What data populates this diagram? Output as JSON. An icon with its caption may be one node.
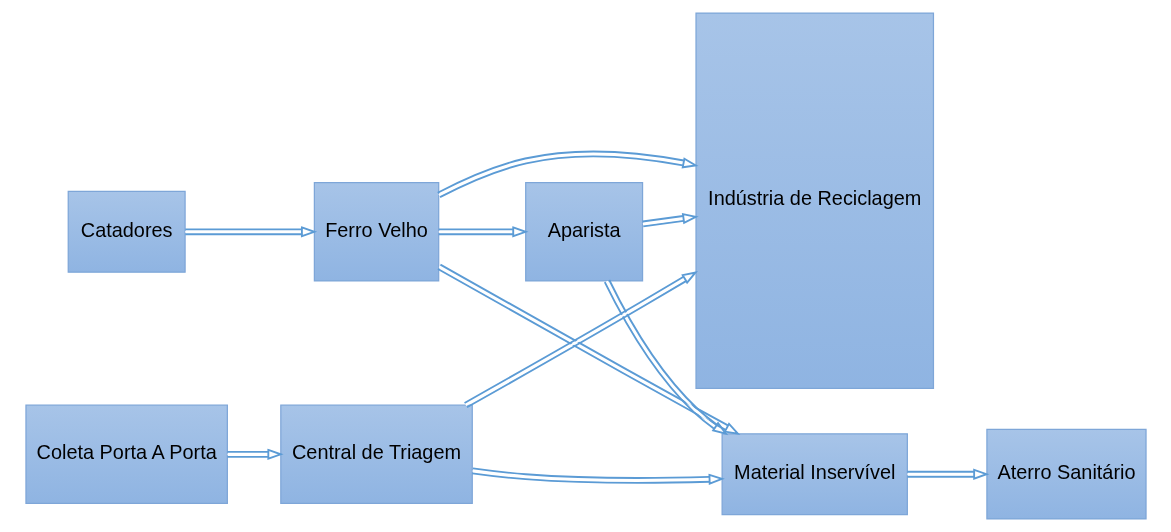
{
  "diagram": {
    "nodes": [
      {
        "text": [
          "Catadores"
        ]
      },
      {
        "text": [
          "Ferro Velho"
        ]
      },
      {
        "text": [
          "Aparista"
        ]
      },
      {
        "text": [
          "Material Inservível"
        ]
      },
      {
        "text": [
          "Aterro Sanitário"
        ]
      },
      {
        "text": [
          "Indústria de Reciclagem"
        ]
      },
      {
        "text": [
          "Coleta Porta A Porta"
        ]
      },
      {
        "text": [
          "Central de Triagem"
        ]
      }
    ],
    "edges": [
      {
        "from": 0,
        "to": 1,
        "arrow": "to"
      },
      {
        "from": 1,
        "to": 5,
        "arrow": "to"
      },
      {
        "from": 1,
        "to": 2,
        "arrow": "to"
      },
      {
        "from": 2,
        "to": 5,
        "arrow": "to"
      },
      {
        "from": 2,
        "to": 3,
        "arrow": "to"
      },
      {
        "from": 1,
        "to": 3,
        "arrow": "to"
      },
      {
        "from": 7,
        "to": 3,
        "arrow": "to"
      },
      {
        "from": 3,
        "to": 4,
        "arrow": "to"
      },
      {
        "from": 6,
        "to": 7,
        "arrow": "to"
      },
      {
        "from": 7,
        "to": 5,
        "arrow": "to"
      }
    ]
  }
}
